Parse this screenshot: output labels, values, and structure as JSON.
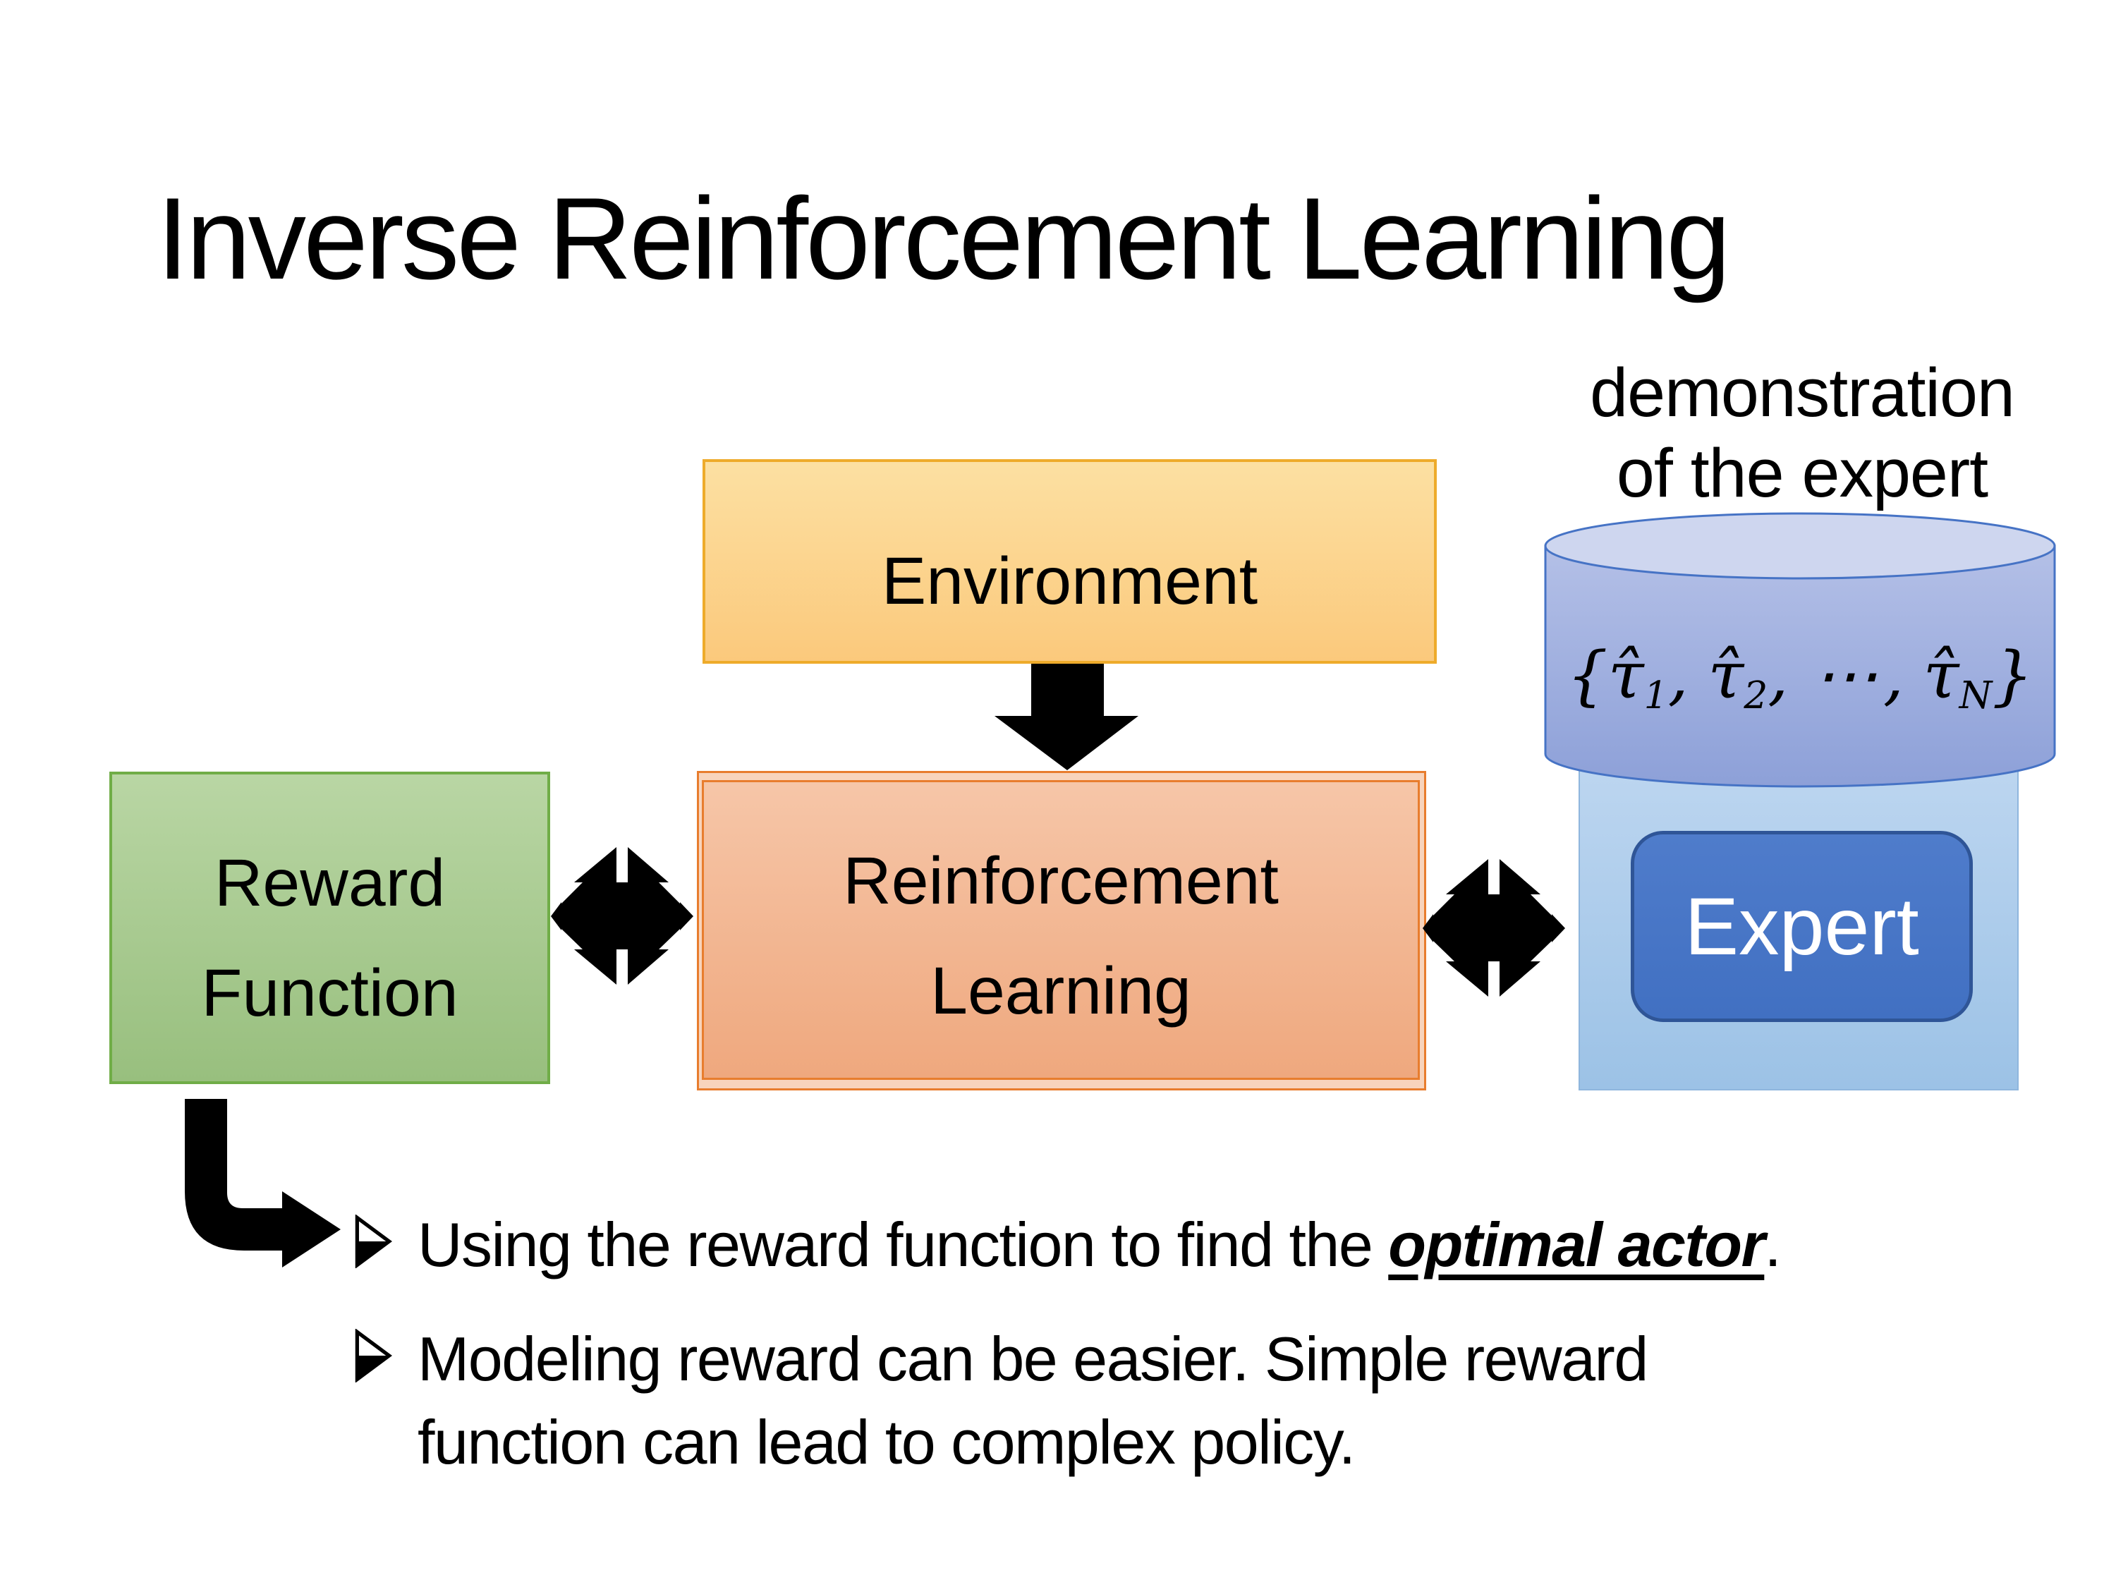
{
  "title": "Inverse Reinforcement Learning",
  "diagram": {
    "demonstration_caption": {
      "line1": "demonstration",
      "line2": "of the expert"
    },
    "environment": {
      "label": "Environment"
    },
    "reward_function": {
      "line1": "Reward",
      "line2": "Function"
    },
    "reinforcement_learning": {
      "line1": "Reinforcement",
      "line2": "Learning"
    },
    "expert": {
      "label": "Expert"
    },
    "trajectory_set": {
      "open": "{",
      "tau": "τ̂",
      "sub1": "1",
      "sub2": "2",
      "dots": "⋯",
      "comma": ",",
      "sub_n": "N",
      "close": "}"
    }
  },
  "bullets": {
    "item1": {
      "prefix": "Using the reward function to find the ",
      "emphasis": "optimal actor",
      "suffix": "."
    },
    "item2": {
      "line1": "Modeling reward can be easier. Simple reward",
      "line2": "function can lead to complex policy."
    }
  },
  "icons": {
    "bullet_marker": "➢",
    "down_block_arrow": "⬇",
    "exchange_double_arrow": "⇄",
    "elbow_arrow": "↳",
    "database_cylinder": "⛁"
  },
  "colors": {
    "background": "#ffffff",
    "text_color": "#000000",
    "arrow_color": "#000000",
    "env_fill_top": "#fce0a2",
    "env_fill_bottom": "#fbc97c",
    "env_border": "#eeab2b",
    "reward_fill_top": "#b9d6a4",
    "reward_fill_bottom": "#98bf7e",
    "reward_border": "#70ad47",
    "rl_fill_top": "#f6c6a8",
    "rl_fill_bottom": "#efa87e",
    "rl_border": "#e87d2e",
    "rl_back_fill": "#f8d4bc",
    "container_fill_top": "#bdd6f0",
    "container_fill_bottom": "#9cc2e6",
    "container_border": "#8fb6dd",
    "cylinder_top_fill": "#ced6ef",
    "cylinder_fill_top": "#b4c0e7",
    "cylinder_fill_bottom": "#8da0d8",
    "cylinder_border": "#4673c5",
    "expert_fill_top": "#4f7ccb",
    "expert_fill_bottom": "#4170c2",
    "expert_border": "#2f5597"
  }
}
